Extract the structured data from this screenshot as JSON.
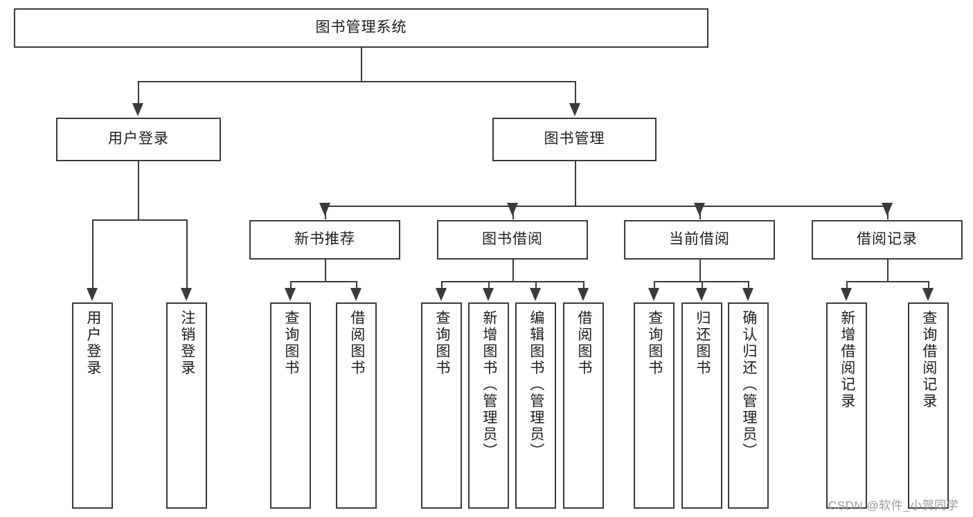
{
  "diagram": {
    "type": "tree",
    "title": "图书管理系统",
    "root": {
      "label": "图书管理系统"
    },
    "level2": [
      {
        "label": "用户登录"
      },
      {
        "label": "图书管理"
      }
    ],
    "level3": [
      {
        "label": "新书推荐"
      },
      {
        "label": "图书借阅"
      },
      {
        "label": "当前借阅"
      },
      {
        "label": "借阅记录"
      }
    ],
    "leaves": {
      "user_login": [
        {
          "label": "用户登录"
        },
        {
          "label": "注销登录"
        }
      ],
      "new_book_recommend": [
        {
          "label": "查询图书"
        },
        {
          "label": "借阅图书"
        }
      ],
      "book_borrow": [
        {
          "label": "查询图书"
        },
        {
          "label": "新增图书（管理员）"
        },
        {
          "label": "编辑图书（管理员）"
        },
        {
          "label": "借阅图书"
        }
      ],
      "current_borrow": [
        {
          "label": "查询图书"
        },
        {
          "label": "归还图书"
        },
        {
          "label": "确认归还（管理员）"
        }
      ],
      "borrow_record": [
        {
          "label": "新增借阅记录"
        },
        {
          "label": "查询借阅记录"
        }
      ]
    }
  },
  "watermark": {
    "text": "CSDN @软件_小贺同学"
  },
  "colors": {
    "stroke": "#3a3a3a",
    "background": "#ffffff",
    "text": "#1c1c1c",
    "watermark": "#9a9a9a"
  }
}
